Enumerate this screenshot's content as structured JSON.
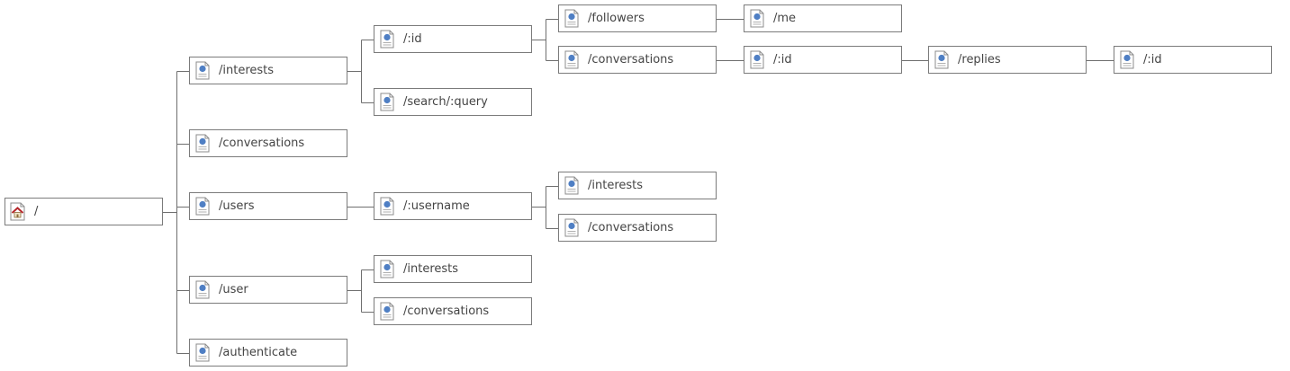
{
  "colors": {
    "border": "#7b7b7b",
    "connector": "#6f6f6f",
    "text": "#444444",
    "page_icon_dot": "#4f7fc4",
    "home_icon_roof": "#b5272b"
  },
  "sitemap": {
    "root": {
      "label": "/",
      "icon": "home-icon"
    },
    "interests": {
      "label": "/interests",
      "icon": "page-icon"
    },
    "interests_id": {
      "label": "/:id",
      "icon": "page-icon"
    },
    "interests_id_followers": {
      "label": "/followers",
      "icon": "page-icon"
    },
    "interests_id_followers_me": {
      "label": "/me",
      "icon": "page-icon"
    },
    "interests_id_conversations": {
      "label": "/conversations",
      "icon": "page-icon"
    },
    "interests_id_conversations_id": {
      "label": "/:id",
      "icon": "page-icon"
    },
    "interests_id_conversations_id_replies": {
      "label": "/replies",
      "icon": "page-icon"
    },
    "interests_id_conversations_id_replies_id": {
      "label": "/:id",
      "icon": "page-icon"
    },
    "interests_search": {
      "label": "/search/:query",
      "icon": "page-icon"
    },
    "conversations": {
      "label": "/conversations",
      "icon": "page-icon"
    },
    "users": {
      "label": "/users",
      "icon": "page-icon"
    },
    "users_username": {
      "label": "/:username",
      "icon": "page-icon"
    },
    "users_username_interests": {
      "label": "/interests",
      "icon": "page-icon"
    },
    "users_username_conversations": {
      "label": "/conversations",
      "icon": "page-icon"
    },
    "user": {
      "label": "/user",
      "icon": "page-icon"
    },
    "user_interests": {
      "label": "/interests",
      "icon": "page-icon"
    },
    "user_conversations": {
      "label": "/conversations",
      "icon": "page-icon"
    },
    "authenticate": {
      "label": "/authenticate",
      "icon": "page-icon"
    }
  }
}
